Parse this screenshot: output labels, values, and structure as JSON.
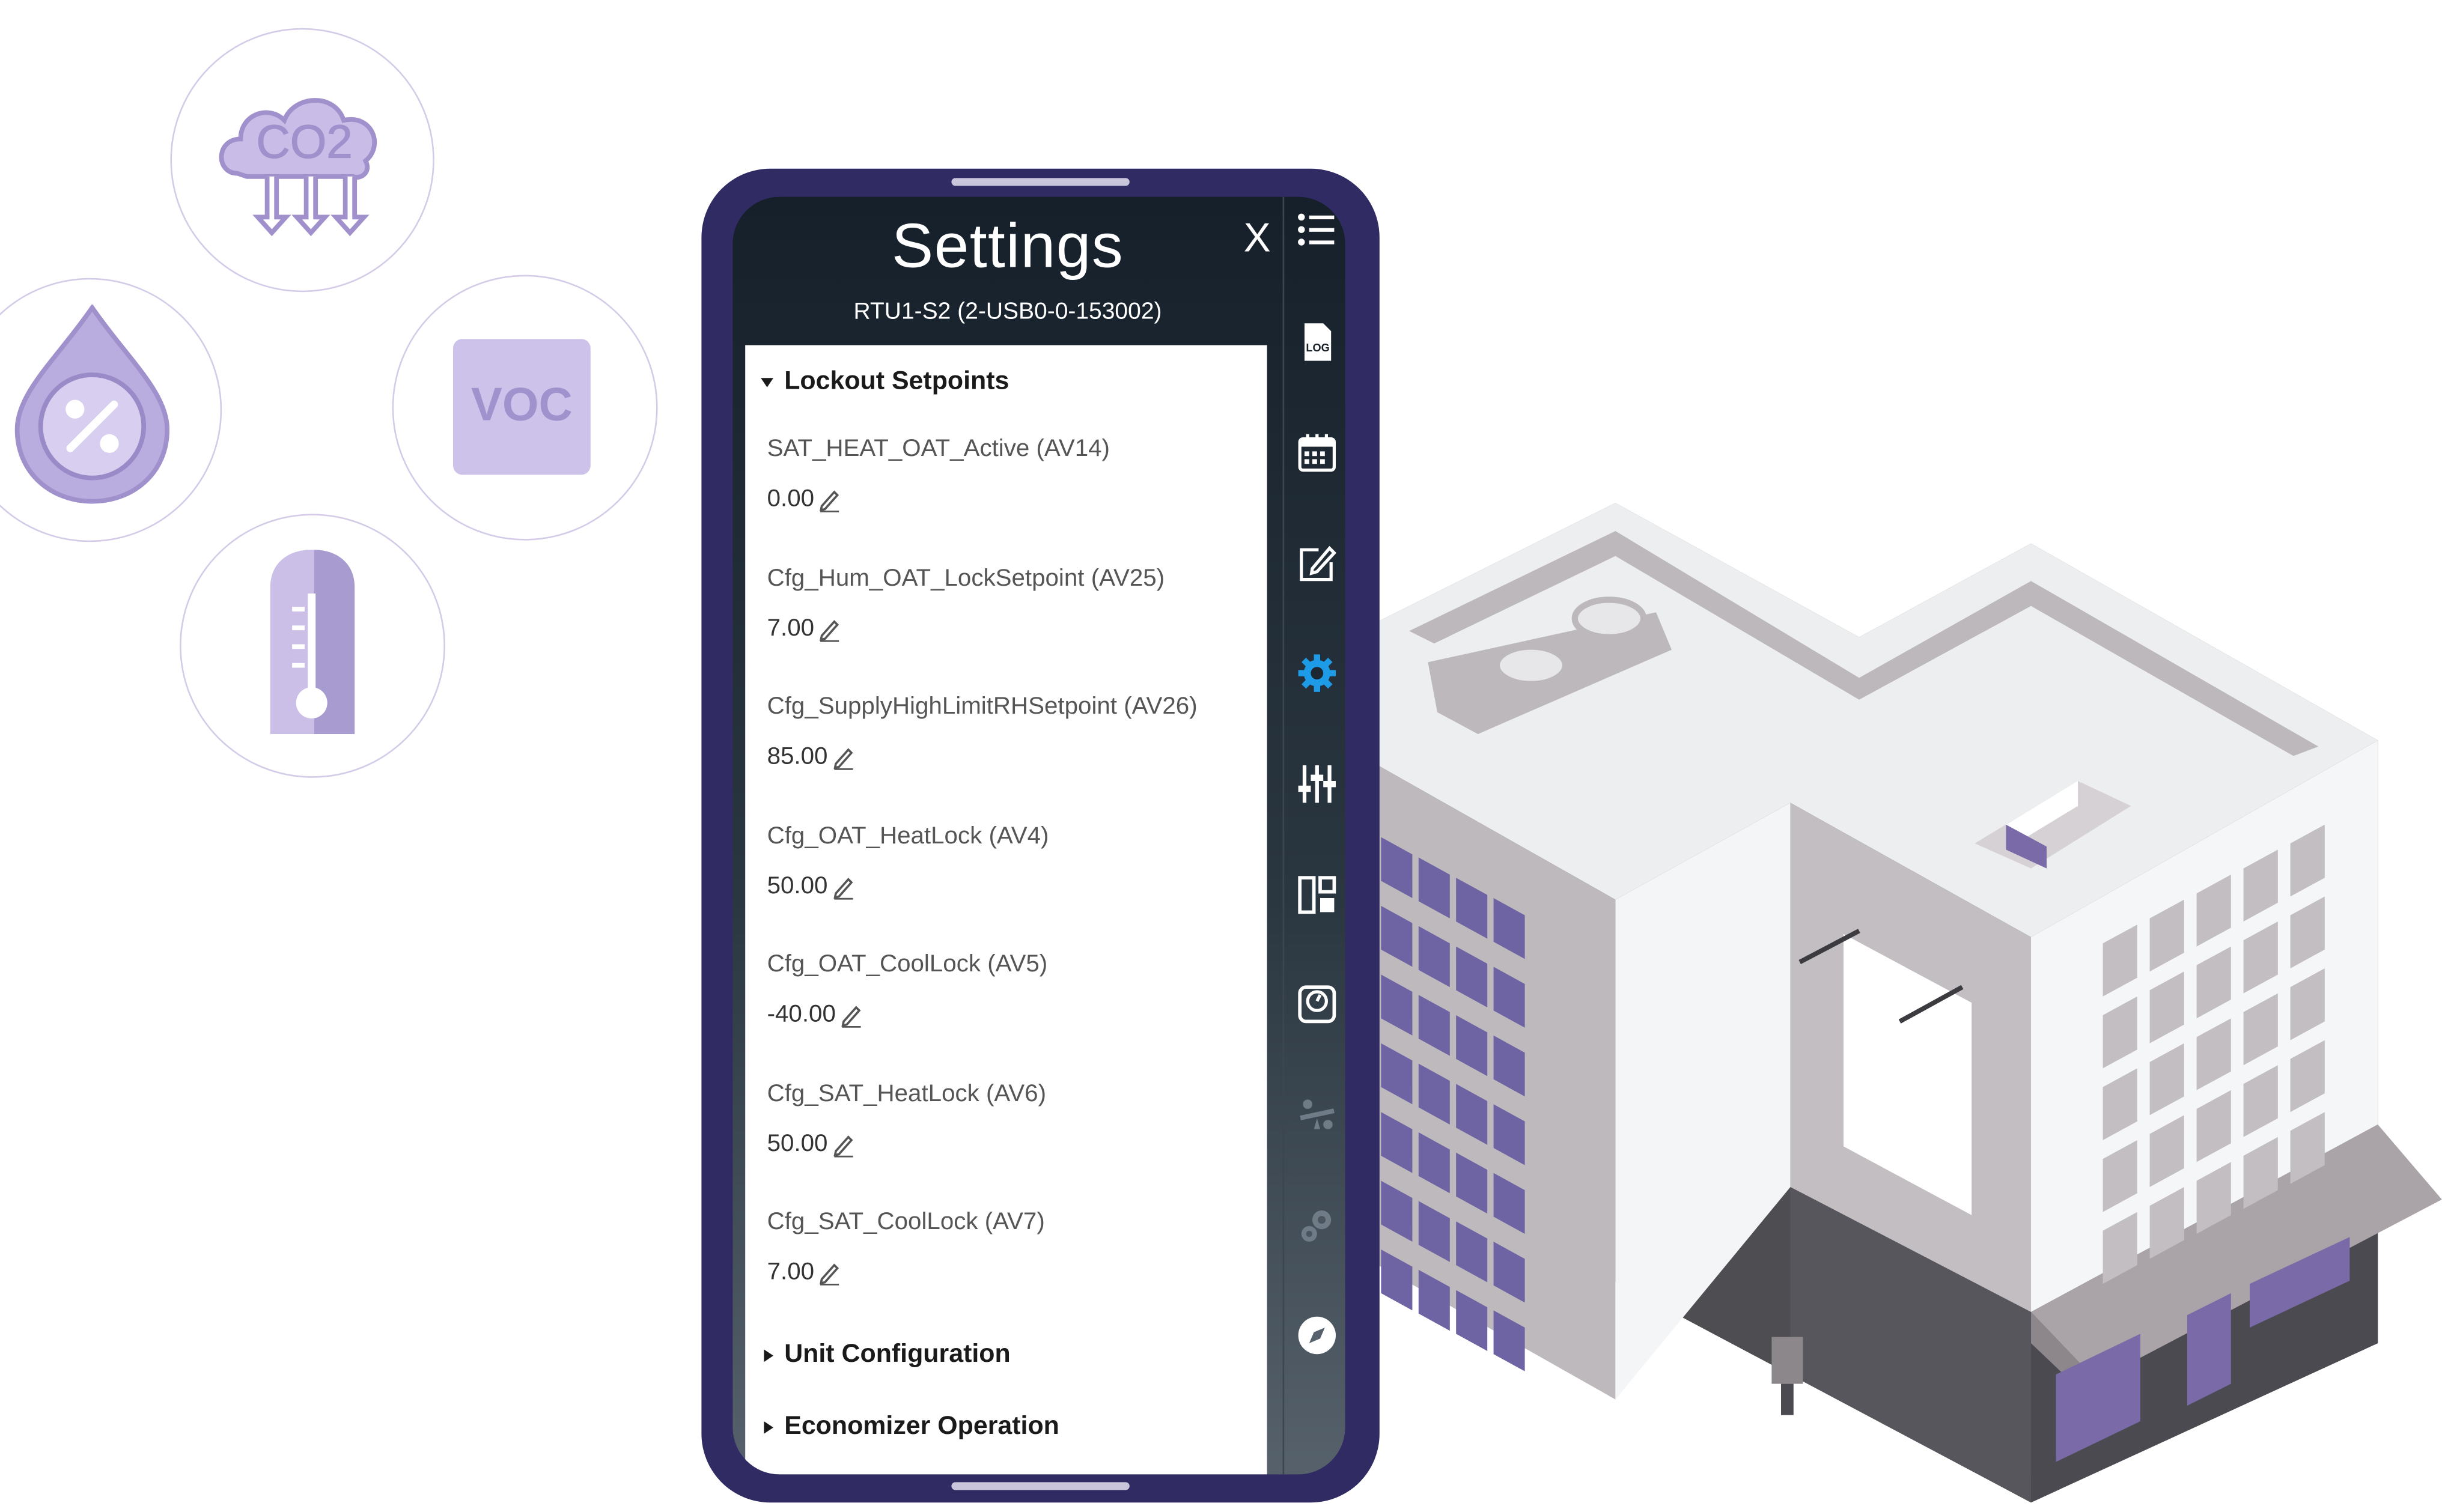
{
  "sensors": {
    "voc_label": "VOC",
    "co2_label": "CO2",
    "humidity_symbol": "%"
  },
  "settings": {
    "title": "Settings",
    "device": "RTU1-S2 (2-USB0-0-153002)",
    "close_label": "X",
    "expanded_section": "Lockout Setpoints",
    "items": [
      {
        "name": "SAT_HEAT_OAT_Active (AV14)",
        "value": "0.00"
      },
      {
        "name": "Cfg_Hum_OAT_LockSetpoint (AV25)",
        "value": "7.00"
      },
      {
        "name": "Cfg_SupplyHighLimitRHSetpoint (AV26)",
        "value": "85.00"
      },
      {
        "name": "Cfg_OAT_HeatLock (AV4)",
        "value": "50.00"
      },
      {
        "name": "Cfg_OAT_CoolLock (AV5)",
        "value": "-40.00"
      },
      {
        "name": "Cfg_SAT_HeatLock (AV6)",
        "value": "50.00"
      },
      {
        "name": "Cfg_SAT_CoolLock (AV7)",
        "value": "7.00"
      }
    ],
    "collapsed_sections": [
      "Unit Configuration",
      "Economizer Operation"
    ]
  },
  "rail": {
    "log_label": "LOG",
    "active_color": "#1e9be6",
    "icon_color": "#ffffff",
    "dim_color": "#6f7b86",
    "icons": [
      "list-icon",
      "log-file-icon",
      "calendar-icon",
      "edit-icon",
      "gear-icon",
      "sliders-icon",
      "dashboard-icon",
      "gauge-icon",
      "balance-icon",
      "gears-icon",
      "compass-icon"
    ]
  }
}
